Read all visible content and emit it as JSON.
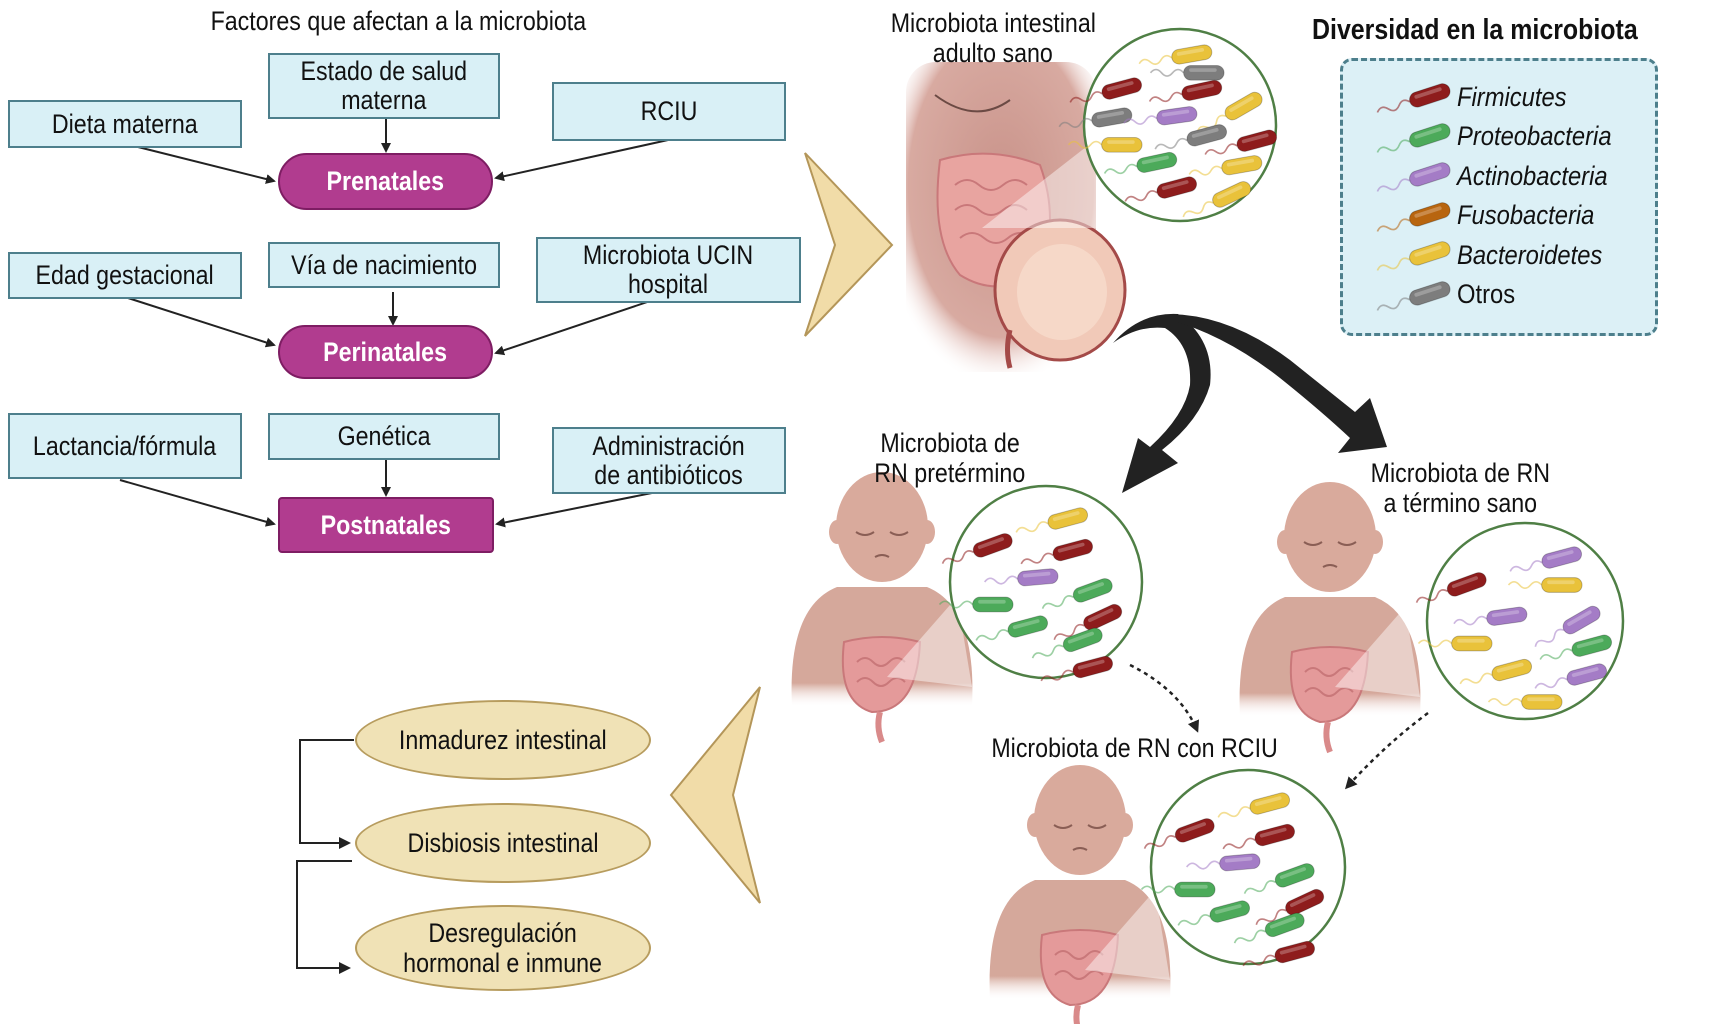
{
  "factors_section": {
    "title": "Factores que afectan a la microbiota",
    "stages": [
      {
        "id": "prenatal",
        "label": "Prenatales",
        "factors": [
          "Dieta materna",
          "Estado de salud\nmaterna",
          "RCIU"
        ]
      },
      {
        "id": "perinatal",
        "label": "Perinatales",
        "factors": [
          "Edad gestacional",
          "Vía de nacimiento",
          "Microbiota UCIN\nhospital"
        ]
      },
      {
        "id": "postnatal",
        "label": "Postnatales",
        "factors": [
          "Lactancia/fórmula",
          "Genética",
          "Administración\nde antibióticos"
        ]
      }
    ]
  },
  "adult": {
    "label_line1": "Microbiota intestinal",
    "label_line2": "adulto sano",
    "bacteria": [
      "Bacteroidetes",
      "Otros",
      "Firmicutes",
      "Firmicutes",
      "Otros",
      "Actinobacteria",
      "Bacteroidetes",
      "Bacteroidetes",
      "Otros",
      "Firmicutes",
      "Proteobacteria",
      "Bacteroidetes",
      "Firmicutes",
      "Bacteroidetes"
    ]
  },
  "preterm": {
    "label_line1": "Microbiota de",
    "label_line2": "RN pretérmino",
    "bacteria": [
      "Bacteroidetes",
      "Firmicutes",
      "Firmicutes",
      "Actinobacteria",
      "Proteobacteria",
      "Proteobacteria",
      "Firmicutes",
      "Proteobacteria",
      "Proteobacteria",
      "Firmicutes"
    ]
  },
  "term": {
    "label_line1": "Microbiota de RN",
    "label_line2": "a término sano",
    "bacteria": [
      "Actinobacteria",
      "Firmicutes",
      "Bacteroidetes",
      "Actinobacteria",
      "Actinobacteria",
      "Bacteroidetes",
      "Proteobacteria",
      "Bacteroidetes",
      "Actinobacteria",
      "Bacteroidetes"
    ]
  },
  "rciu": {
    "label": "Microbiota de RN con RCIU",
    "bacteria": [
      "Bacteroidetes",
      "Firmicutes",
      "Firmicutes",
      "Actinobacteria",
      "Proteobacteria",
      "Proteobacteria",
      "Firmicutes",
      "Proteobacteria",
      "Proteobacteria",
      "Firmicutes"
    ]
  },
  "outcomes": [
    "Inmadurez intestinal",
    "Disbiosis intestinal",
    "Desregulación\nhormonal e inmune"
  ],
  "legend": {
    "title": "Diversidad en la microbiota",
    "items": [
      {
        "name": "Firmicutes",
        "color": "#8e1c1c",
        "italic": true
      },
      {
        "name": "Proteobacteria",
        "color": "#4caa5a",
        "italic": true
      },
      {
        "name": "Actinobacteria",
        "color": "#a47cc6",
        "italic": true
      },
      {
        "name": "Fusobacteria",
        "color": "#b8650f",
        "italic": true
      },
      {
        "name": "Bacteroidetes",
        "color": "#e9c23a",
        "italic": true
      },
      {
        "name": "Otros",
        "color": "#7d7d7d",
        "italic": false
      }
    ]
  },
  "colors": {
    "factor_fill": "#d9f0f6",
    "stage_fill": "#b13c8f",
    "outcome_fill": "#f0e2b6",
    "chevron_fill": "#f1dca8",
    "circle_stroke": "#4f7f45",
    "skin": "#d9aa9c",
    "intestine": "#e49a9a"
  }
}
